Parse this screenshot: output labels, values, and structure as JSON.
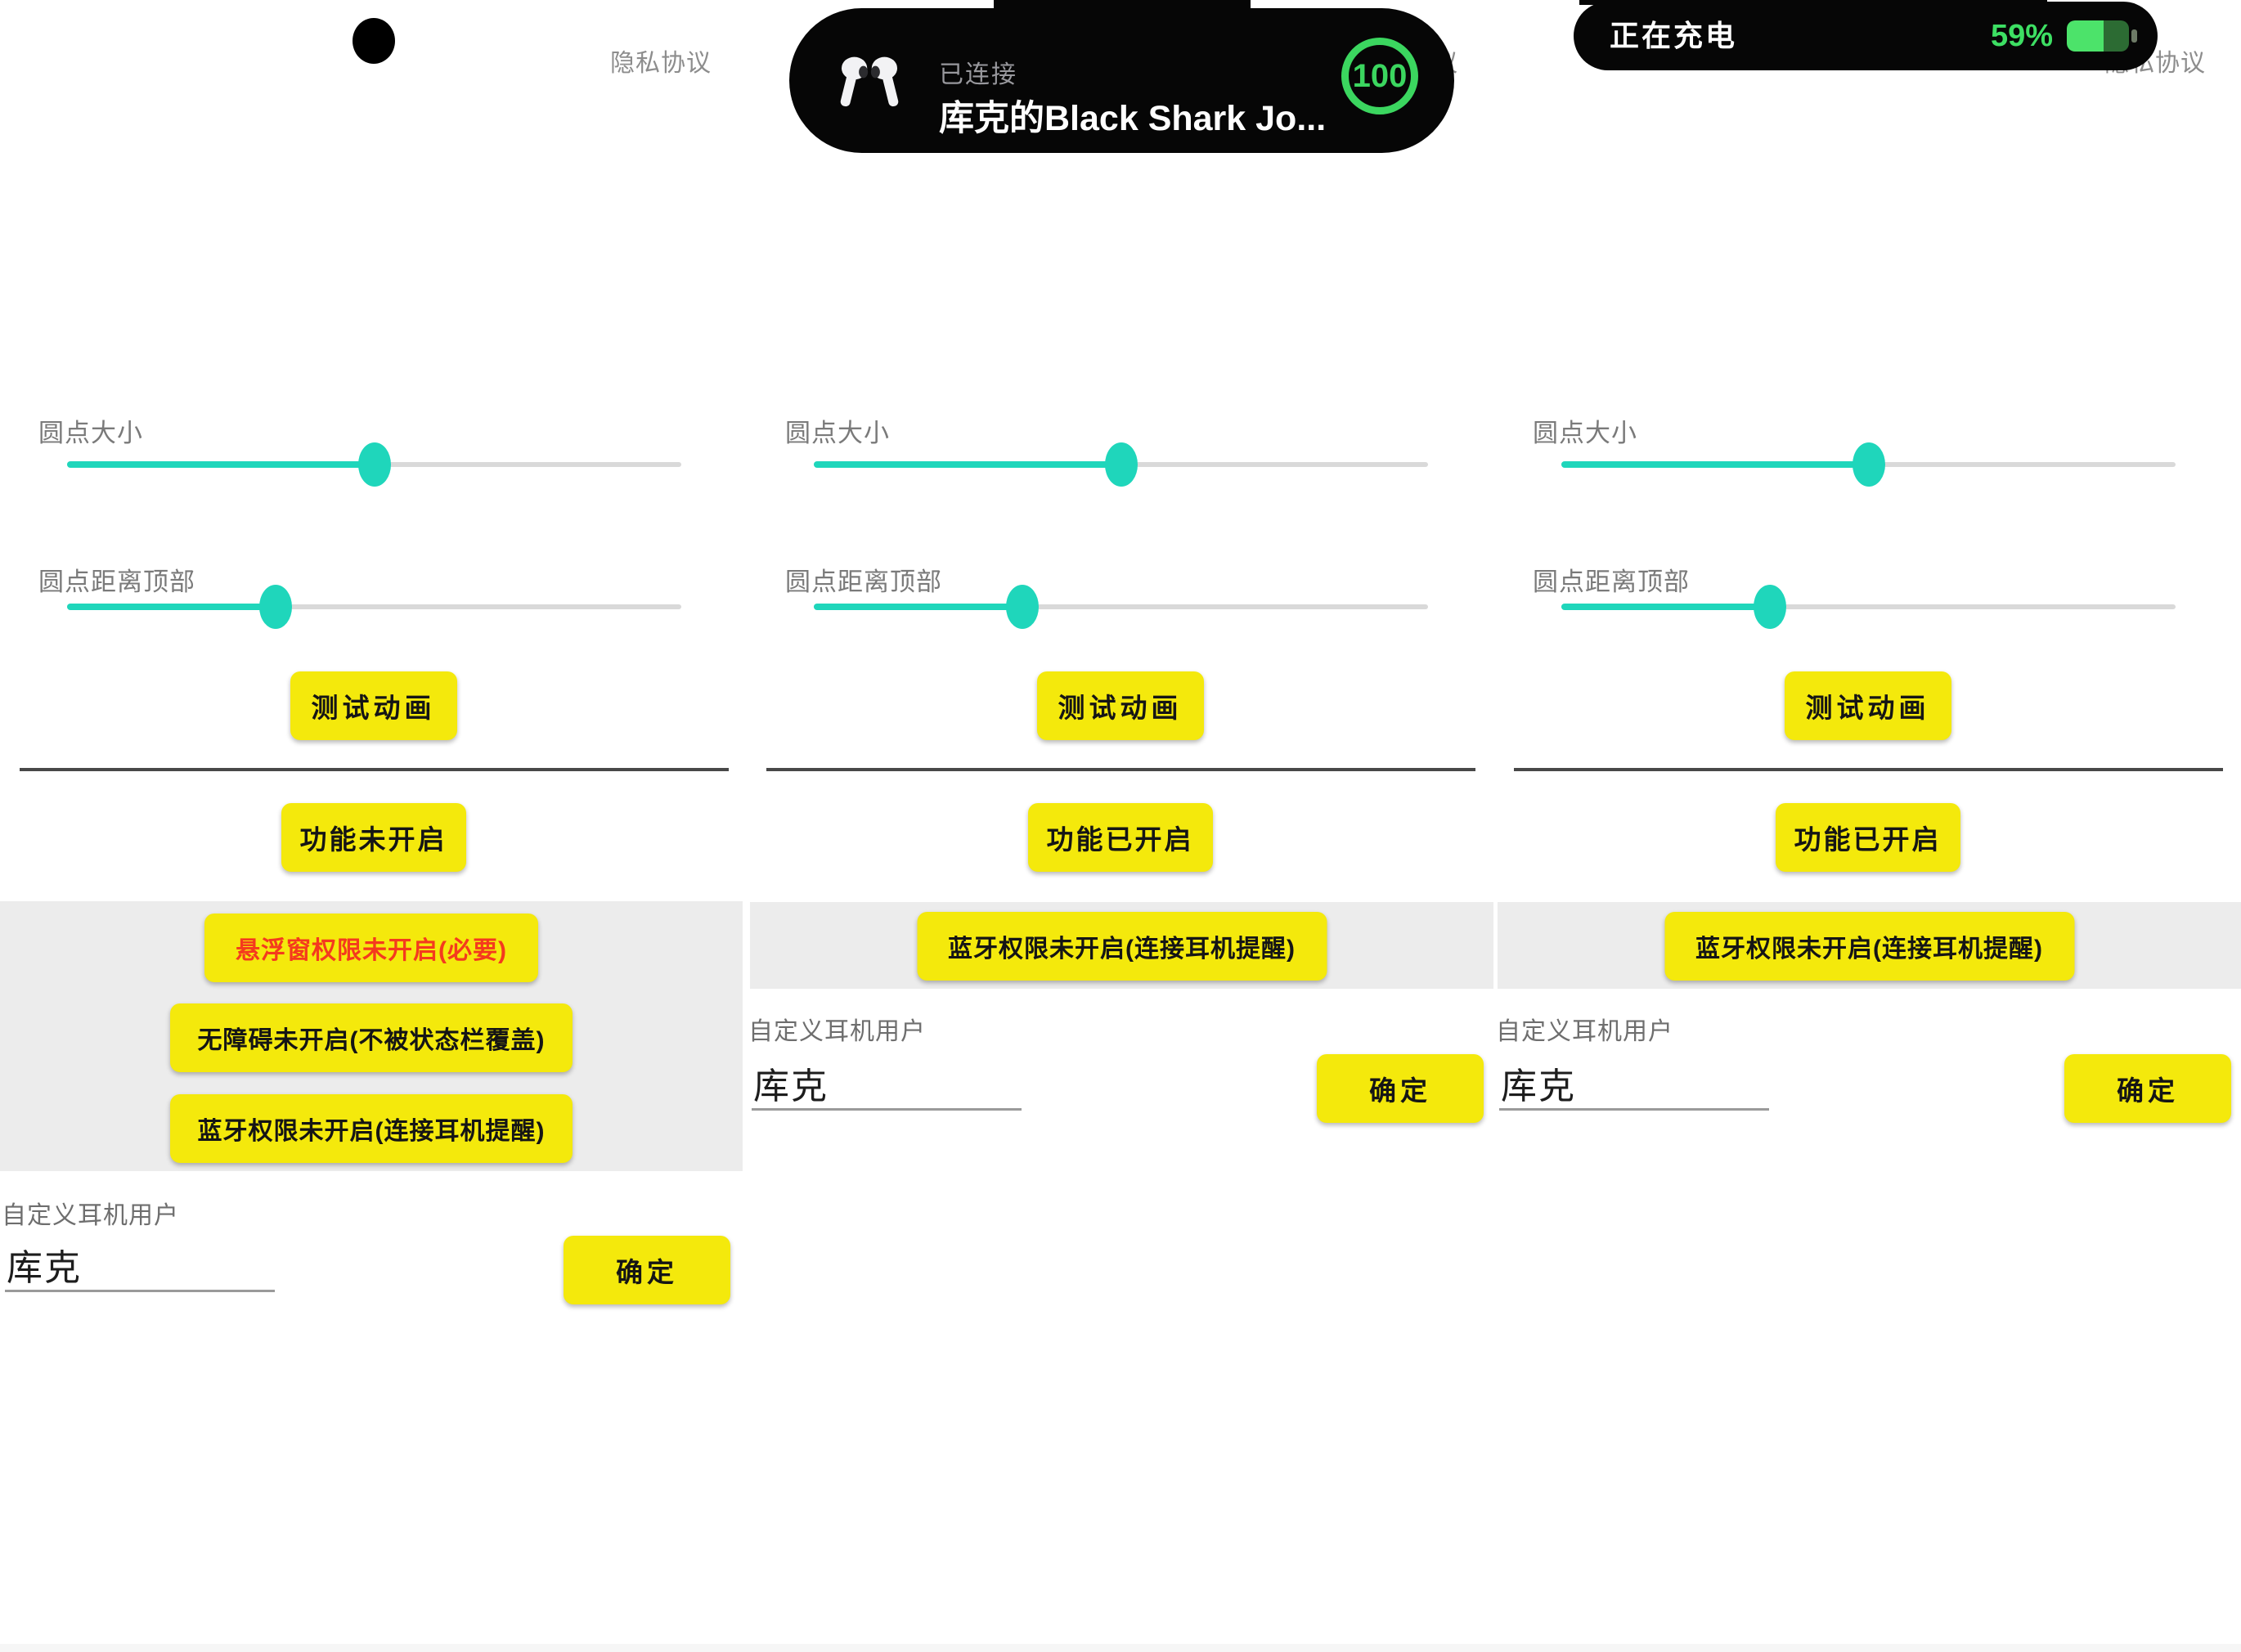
{
  "shared": {
    "privacy_label": "隐私协议",
    "slider_size_label": "圆点大小",
    "slider_top_label": "圆点距离顶部",
    "slider_size_pct": 50,
    "slider_top_pct": 34,
    "test_button_label": "测试动画",
    "custom_user_label": "自定义耳机用户",
    "custom_user_value": "库克",
    "confirm_button_label": "确定"
  },
  "colors": {
    "accent_teal": "#1fd6bb",
    "button_yellow": "#f4e90c",
    "alert_red": "#f43a1e",
    "island_green": "#3bd65f",
    "battery_green_bright": "#4ce36a",
    "battery_green_dark": "#2c6b33",
    "section_gray": "#ececec"
  },
  "panels": [
    {
      "feature_button_label": "功能未开启",
      "permission_buttons": [
        {
          "label": "悬浮窗权限未开启(必要)"
        },
        {
          "label": "无障碍未开启(不被状态栏覆盖)"
        },
        {
          "label": "蓝牙权限未开启(连接耳机提醒)"
        }
      ]
    },
    {
      "island": {
        "status": "已连接",
        "device_name": "库克的Black Shark Jo...",
        "battery_ring_value": "100"
      },
      "feature_button_label": "功能已开启",
      "permission_buttons": [
        {
          "label": "蓝牙权限未开启(连接耳机提醒)"
        }
      ]
    },
    {
      "island": {
        "status": "正在充电",
        "battery_percent": "59%",
        "battery_level": 59
      },
      "feature_button_label": "功能已开启",
      "permission_buttons": [
        {
          "label": "蓝牙权限未开启(连接耳机提醒)"
        }
      ]
    }
  ]
}
